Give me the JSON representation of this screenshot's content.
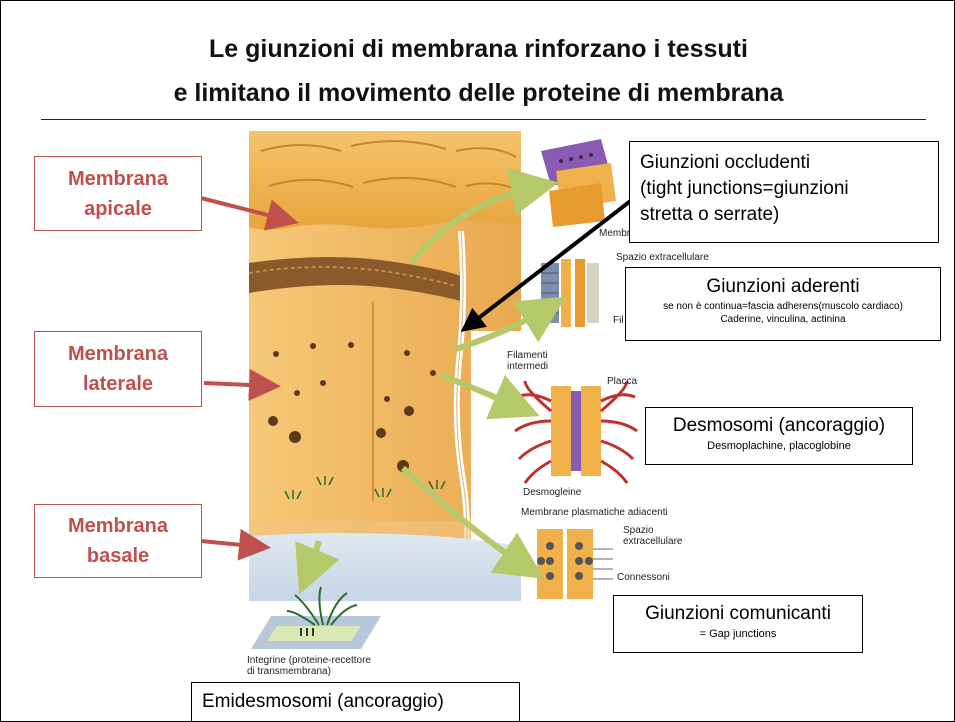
{
  "title": {
    "line1": "Le giunzioni di membrana rinforzano i tessuti",
    "line2": "e limitano il movimento delle proteine di membrana"
  },
  "membranes": {
    "apical": {
      "line1": "Membrana",
      "line2": "apicale"
    },
    "lateral": {
      "line1": "Membrana",
      "line2": "laterale"
    },
    "basal": {
      "line1": "Membrana",
      "line2": "basale"
    }
  },
  "junctions": {
    "tight": {
      "line1": "Giunzioni occludenti",
      "line2": "(tight junctions=giunzioni",
      "line3": "stretta o serrate)"
    },
    "adherens": {
      "title": "Giunzioni aderenti",
      "line1": "se non è continua=fascia adherens(muscolo cardiaco)",
      "line2": "Caderine, vinculina, actinina"
    },
    "desmosomes": {
      "title": "Desmosomi  (ancoraggio)",
      "sub": "Desmoplachine, placoglobine"
    },
    "gap": {
      "title": "Giunzioni comunicanti",
      "sub": "= Gap junctions"
    },
    "hemidesmosomes": {
      "title": "Emidesmosomi (ancoraggio)"
    }
  },
  "figure_labels": {
    "membrane_plasm": "Membrane pl",
    "extracellular_space": "Spazio extracellulare",
    "fil": "Fil",
    "intermediate_filaments_1": "Filamenti",
    "intermediate_filaments_2": "intermedi",
    "plaque": "Placca",
    "desmogleins": "Desmogleine",
    "adjacent_membranes": "Membrane plasmatiche adiacenti",
    "space_1": "Spazio",
    "space_2": "extracellulare",
    "connexons": "Connessoni",
    "integrins_1": "Integrine (proteine-recettore",
    "integrins_2": "di transmembrana)"
  },
  "colors": {
    "accent_red": "#c0504d",
    "arrow_red": "#c0504d",
    "arrow_green": "#b5c96a",
    "cell_orange": "#e8a84a"
  }
}
